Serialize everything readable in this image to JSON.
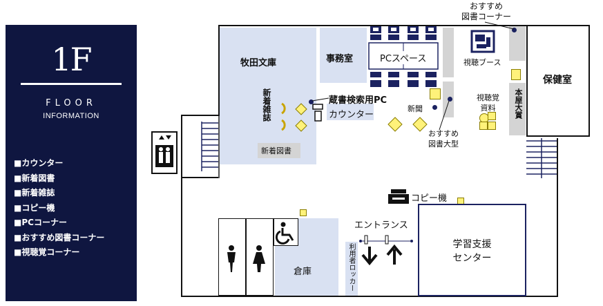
{
  "panel": {
    "floor": "1F",
    "floor_word": "FLOOR",
    "info_word": "INFORMATION",
    "legend": [
      "■カウンター",
      "■新着図書",
      "■新着雑誌",
      "■コピー機",
      "■PCコーナー",
      "■おすすめ図書コーナー",
      "■視聴覚コーナー"
    ]
  },
  "map": {
    "makita_bunko": "牧田文庫",
    "jimushitsu": "事務室",
    "pc_space": "PCスペース",
    "hokenshitsu": "保健室",
    "osusume_corner": "おすすめ\n図書コーナー",
    "shicho_booth": "視聴ブース",
    "shinchaku_zasshi": "新着雑誌",
    "shinchaku_tosho": "新着図書",
    "opac": "蔵書検索用PC",
    "counter": "カウンター",
    "shinbun": "新聞",
    "osusume_oogata": "おすすめ\n図書大型",
    "shichokaku_shiryo": "視聴覚\n資料",
    "honya_taisho": "本屋大賞",
    "copy": "コピー機",
    "entrance": "エントランス",
    "riyosha_locker": "利用者ロッカー",
    "soko": "倉庫",
    "gakushu_shien": "学習支援\nセンター"
  },
  "colors": {
    "panel": "#0f1640",
    "room": "#d9e1f2",
    "shelf": "#d4d4d4",
    "yellow": "#fff27a"
  }
}
